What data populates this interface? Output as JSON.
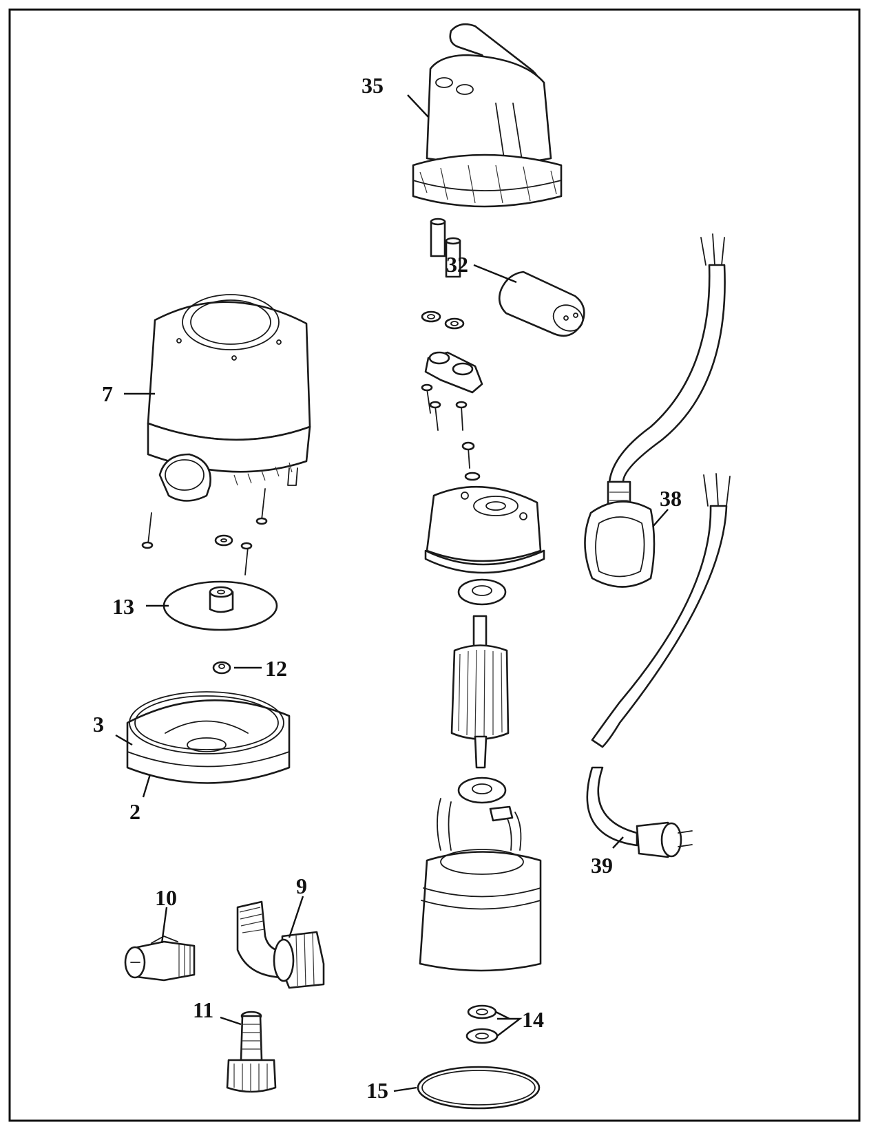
{
  "figure": {
    "labels": {
      "p35": "35",
      "p32": "32",
      "p7": "7",
      "p38": "38",
      "p13": "13",
      "p12": "12",
      "p3": "3",
      "p2": "2",
      "p10": "10",
      "p9": "9",
      "p11": "11",
      "p39": "39",
      "p14": "14",
      "p15": "15"
    }
  }
}
